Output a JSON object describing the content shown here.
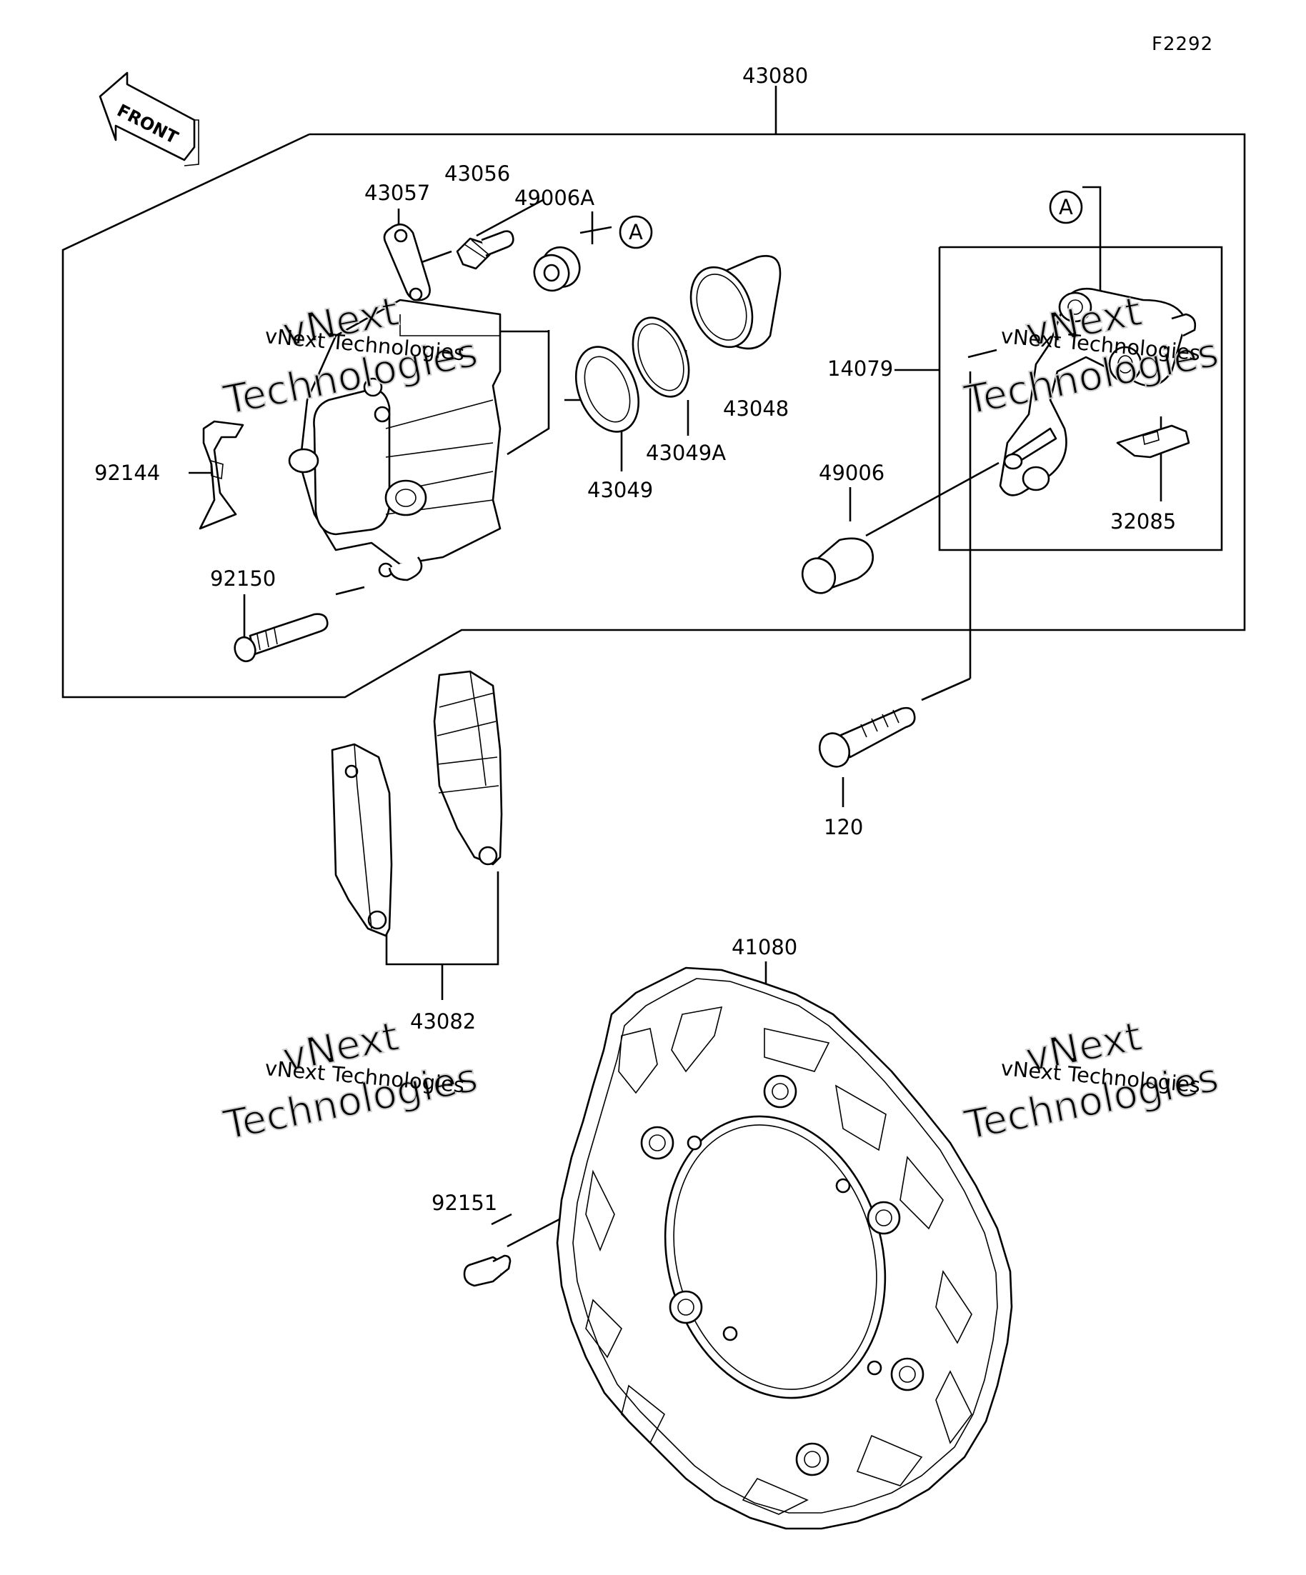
{
  "diagram": {
    "code": "F2292",
    "front_arrow": "FRONT",
    "ref_marker": "A",
    "parts": [
      {
        "id": "43080",
        "label": "43080"
      },
      {
        "id": "43057",
        "label": "43057"
      },
      {
        "id": "43056",
        "label": "43056"
      },
      {
        "id": "49006A",
        "label": "49006A"
      },
      {
        "id": "43048",
        "label": "43048"
      },
      {
        "id": "43049A",
        "label": "43049A"
      },
      {
        "id": "43049",
        "label": "43049"
      },
      {
        "id": "92144",
        "label": "92144"
      },
      {
        "id": "92150",
        "label": "92150"
      },
      {
        "id": "14079",
        "label": "14079"
      },
      {
        "id": "49006",
        "label": "49006"
      },
      {
        "id": "32085",
        "label": "32085"
      },
      {
        "id": "120",
        "label": "120"
      },
      {
        "id": "43082",
        "label": "43082"
      },
      {
        "id": "41080",
        "label": "41080"
      },
      {
        "id": "92151",
        "label": "92151"
      }
    ],
    "watermark": {
      "small": "vNext Technologies",
      "big_top": "vNext",
      "big_bottom": "Technologies"
    }
  }
}
